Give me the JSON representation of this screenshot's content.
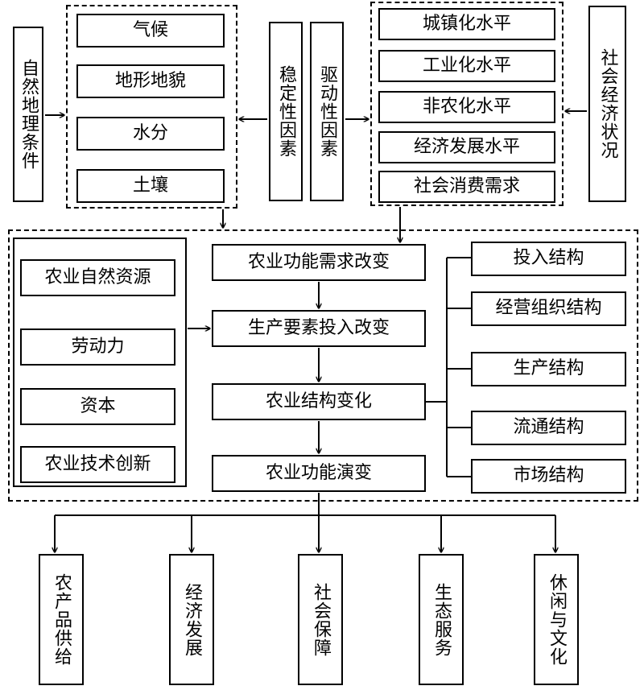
{
  "natural_conditions": {
    "side_label": "自然地理条件",
    "items": [
      "气候",
      "地形地貌",
      "水分",
      "土壤"
    ]
  },
  "stability_factors": "稳定性因素",
  "driving_factors": "驱动性因素",
  "socioeconomic": {
    "side_label": "社会经济状况",
    "items": [
      "城镇化水平",
      "工业化水平",
      "非农化水平",
      "经济发展水平",
      "社会消费需求"
    ]
  },
  "inputs": [
    "农业自然资源",
    "劳动力",
    "资本",
    "农业技术创新"
  ],
  "chain": [
    "农业功能需求改变",
    "生产要素投入改变",
    "农业结构变化",
    "农业功能演变"
  ],
  "structures": [
    "投入结构",
    "经营组织结构",
    "生产结构",
    "流通结构",
    "市场结构"
  ],
  "functions": [
    "农产品供给",
    "经济发展",
    "社会保障",
    "生态服务",
    "休闲与文化"
  ]
}
